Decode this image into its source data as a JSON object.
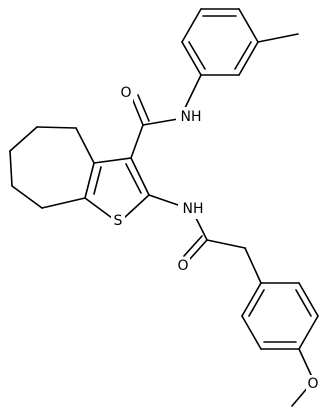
{
  "molecule": {
    "atoms": {
      "carbonyl_oxygen_top": "O",
      "amide_nh_top": "NH",
      "sulfur": "S",
      "amide_nh_bottom": "NH",
      "carbonyl_oxygen_bottom": "O",
      "methoxy_oxygen": "O"
    }
  },
  "colors": {
    "bond": "#000000",
    "text": "#000000",
    "background": "#ffffff"
  }
}
